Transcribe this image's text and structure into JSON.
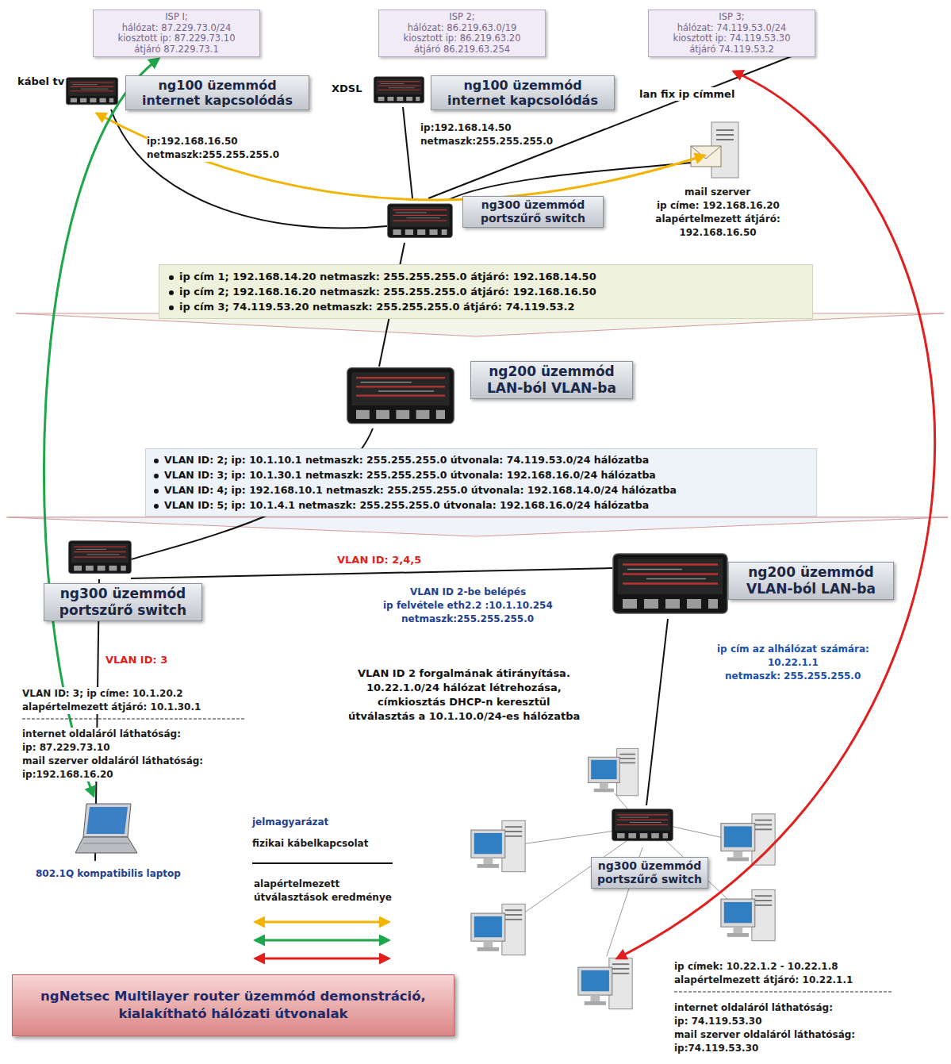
{
  "diagram": {
    "title": "ngNetsec Multilayer router üzemmód demonstráció, kialakítható hálózati útvonalak",
    "nodes": [
      {
        "text": [
          "ISP I;",
          "hálózat: 87.229.73.0/24",
          "kiosztott ip: 87.229.73.10",
          "átjáró 87.229.73.1"
        ]
      },
      {
        "text": [
          "ISP 2;",
          "hálózat: 86.219.63.0/19",
          "kiosztott ip: 86.219.63.20",
          "átjáró 86.219.63.254"
        ]
      },
      {
        "text": [
          "ISP 3;",
          "hálózat: 74.119.53.0/24",
          "kiosztott ip: 74.119.53.30",
          "átjáró 74.119.53.2"
        ]
      },
      {
        "text": [
          "ng100 üzemmód internet kapcsolódás"
        ]
      },
      {
        "text": [
          "ng100 üzemmód internet kapcsolódás"
        ]
      },
      {
        "text": [
          "ng300 üzemmód portszűrő switch"
        ]
      },
      {
        "text": [
          "ip cím 1; 192.168.14.20 netmaszk: 255.255.255.0 átjáró: 192.168.14.50",
          "ip cím 2; 192.168.16.20 netmaszk: 255.255.255.0 átjáró: 192.168.16.50",
          "ip cím 3; 74.119.53.20 netmaszk: 255.255.255.0 átjáró: 74.119.53.2"
        ]
      },
      {
        "text": [
          "ng200 üzemmód LAN-ból VLAN-ba"
        ]
      },
      {
        "text": [
          "VLAN ID: 2; ip: 10.1.10.1 netmaszk: 255.255.255.0 útvonala: 74.119.53.0/24 hálózatba",
          "VLAN ID: 3; ip: 10.1.30.1 netmaszk: 255.255.255.0 útvonala: 192.168.16.0/24 hálózatba",
          "VLAN ID: 4; ip: 192.168.10.1 netmaszk: 255.255.255.0 útvonala: 192.168.14.0/24 hálózatba",
          "VLAN ID: 5; ip: 10.1.4.1 netmaszk: 255.255.255.0 útvonala: 192.168.16.0/24 hálózatba"
        ]
      },
      {
        "text": [
          "ng300 üzemmód portszűrő switch"
        ]
      },
      {
        "text": [
          "ng200 üzemmód VLAN-ból LAN-ba"
        ]
      },
      {
        "text": [
          "ng300 üzemmód portszűrő switch"
        ]
      }
    ],
    "labels": [
      "kábel tv",
      "XDSL",
      "lan fix ip címmel",
      "ip:192.168.16.50",
      "netmaszk:255.255.255.0",
      "ip:192.168.14.50",
      "netmaszk:255.255.255.0",
      "mail szerver",
      "ip címe: 192.168.16.20",
      "alapértelmezett átjáró: 192.168.16.50",
      "VLAN ID: 2,4,5",
      "VLAN ID 2-be belépés",
      "ip felvétele eth2.2 :10.1.10.254",
      "netmaszk:255.255.255.0",
      "ip cím az alhálózat számára:",
      "10.22.1.1",
      "netmaszk: 255.255.255.0",
      "VLAN ID: 3",
      "VLAN ID 2 forgalmának átirányítása.",
      "10.22.1.0/24 hálózat létrehozása,",
      "címkiosztás DHCP-n keresztül",
      "útválasztás a 10.1.10.0/24-es hálózatba",
      "VLAN ID: 3; ip címe: 10.1.20.2",
      "alapértelmezett átjáró: 10.1.30.1",
      "internet oldaláról láthatóság:",
      "ip: 87.229.73.10",
      "mail szerver oldaláról láthatóság:",
      "ip:192.168.16.20",
      "jelmagyarázat",
      "802.1Q kompatibilis laptop",
      "ip címek: 10.22.1.2 - 10.22.1.8",
      "alapértelmezett átjáró: 10.22.1.1",
      "internet oldaláról láthatóság:",
      "ip: 74.119.53.30",
      "mail szerver oldaláról láthatóság:",
      "ip:74.119.53.30"
    ],
    "legend": [
      {
        "text": "fizikai kábelkapcsolat"
      },
      {
        "text": "alapértelmezett útválasztások eredménye"
      }
    ]
  }
}
